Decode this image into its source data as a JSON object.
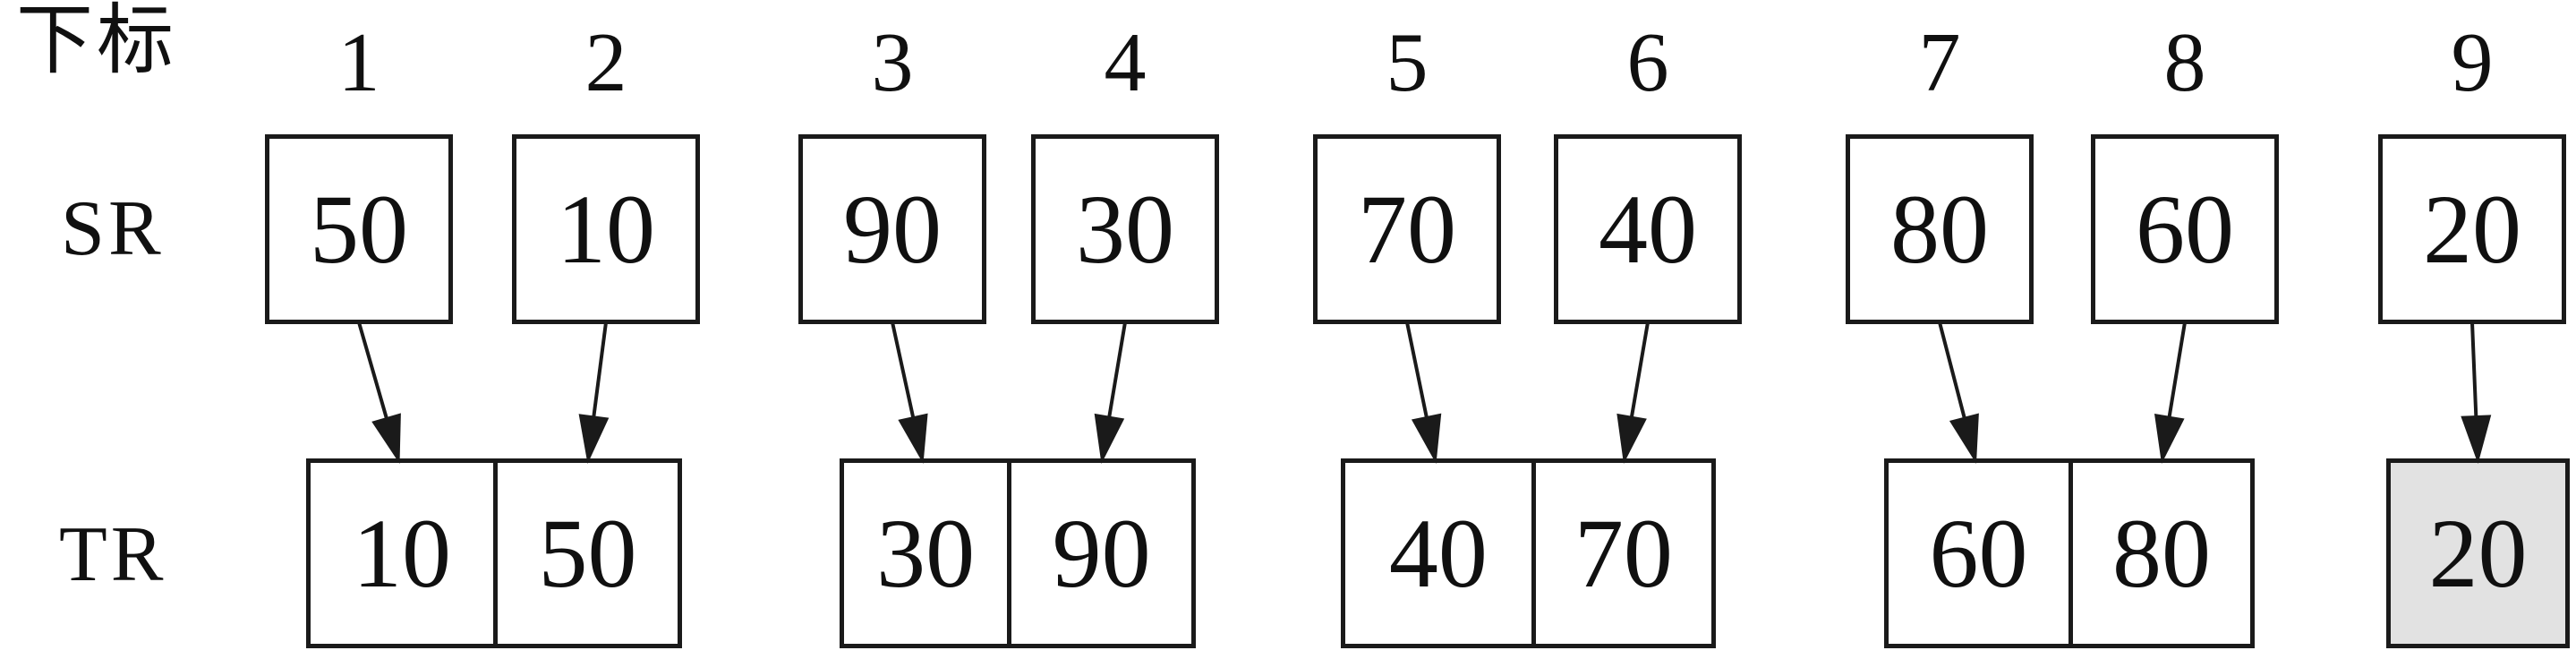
{
  "labels": {
    "index_label": "下标",
    "sr_label": "SR",
    "tr_label": "TR"
  },
  "columns": [
    {
      "index": "1",
      "sr": "50"
    },
    {
      "index": "2",
      "sr": "10"
    },
    {
      "index": "3",
      "sr": "90"
    },
    {
      "index": "4",
      "sr": "30"
    },
    {
      "index": "5",
      "sr": "70"
    },
    {
      "index": "6",
      "sr": "40"
    },
    {
      "index": "7",
      "sr": "80"
    },
    {
      "index": "8",
      "sr": "60"
    },
    {
      "index": "9",
      "sr": "20"
    }
  ],
  "tr_groups": [
    {
      "cells": [
        "10",
        "50"
      ],
      "shaded": false
    },
    {
      "cells": [
        "30",
        "90"
      ],
      "shaded": false
    },
    {
      "cells": [
        "40",
        "70"
      ],
      "shaded": false
    },
    {
      "cells": [
        "60",
        "80"
      ],
      "shaded": false
    },
    {
      "cells": [
        "20"
      ],
      "shaded": true
    }
  ],
  "arrows": [
    {
      "from_column": 1,
      "to_group": 1,
      "to_cell": 1
    },
    {
      "from_column": 2,
      "to_group": 1,
      "to_cell": 2
    },
    {
      "from_column": 3,
      "to_group": 2,
      "to_cell": 1
    },
    {
      "from_column": 4,
      "to_group": 2,
      "to_cell": 2
    },
    {
      "from_column": 5,
      "to_group": 3,
      "to_cell": 1
    },
    {
      "from_column": 6,
      "to_group": 3,
      "to_cell": 2
    },
    {
      "from_column": 7,
      "to_group": 4,
      "to_cell": 1
    },
    {
      "from_column": 8,
      "to_group": 4,
      "to_cell": 2
    },
    {
      "from_column": 9,
      "to_group": 5,
      "to_cell": 1
    }
  ],
  "colors": {
    "line": "#1a1a1a",
    "box_fill": "#ffffff",
    "shaded_fill": "#e2e2e2",
    "text": "#101010",
    "background": "#ffffff"
  }
}
